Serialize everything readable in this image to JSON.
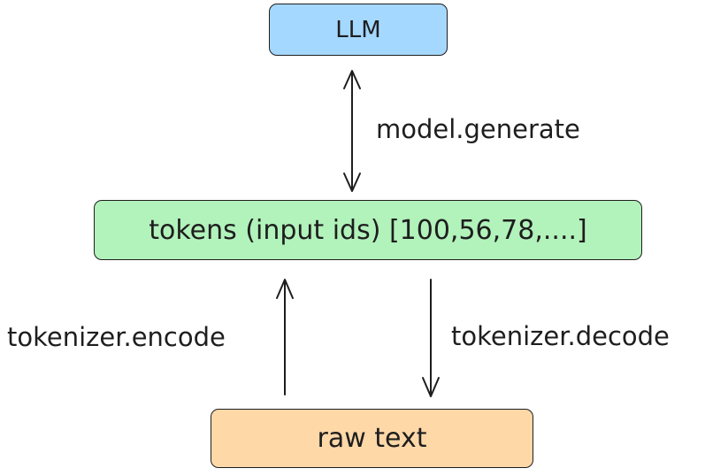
{
  "nodes": {
    "llm": {
      "label": "LLM",
      "color": "#a5d8ff"
    },
    "tokens": {
      "label": "tokens (input ids) [100,56,78,....]",
      "color": "#b2f2bb"
    },
    "raw_text": {
      "label": "raw text",
      "color": "#ffd8a8"
    }
  },
  "edges": {
    "generate": {
      "label": "model.generate",
      "from": "tokens",
      "to": "llm",
      "bidirectional": true
    },
    "encode": {
      "label": "tokenizer.encode",
      "from": "raw_text",
      "to": "tokens"
    },
    "decode": {
      "label": "tokenizer.decode",
      "from": "tokens",
      "to": "raw_text"
    }
  },
  "colors": {
    "stroke": "#1e1e1e",
    "background": "#ffffff"
  }
}
